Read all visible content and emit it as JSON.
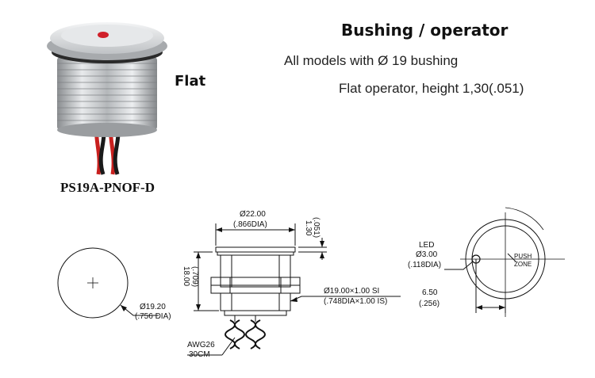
{
  "header": {
    "title": "Bushing / operator",
    "line1": "All models with Ø 19 bushing",
    "line2": "Flat operator, height 1,30(.051)"
  },
  "product": {
    "style_label": "Flat",
    "model": "PS19A-PNOF-D"
  },
  "drawing": {
    "front_dia": [
      "Ø19.20",
      "(.756 DIA)"
    ],
    "top_dia": [
      "Ø22.00",
      "(.866DIA)"
    ],
    "height_small": [
      "1.30",
      "(.051)"
    ],
    "height_total": [
      "18.00",
      "(.709)"
    ],
    "thread": [
      "Ø19.00×1.00 SI",
      "(.748DIA×1.00 IS)"
    ],
    "wire": [
      "AWG26",
      "30CM"
    ],
    "led": [
      "LED",
      "Ø3.00",
      "(.118DIA)"
    ],
    "push_zone": [
      "PUSH",
      "ZONE"
    ],
    "offset": [
      "6.50",
      "(.256)"
    ]
  },
  "colors": {
    "line": "#111111",
    "led": "#d0202a",
    "wire_red": "#c8201e",
    "wire_black": "#1a1a1a"
  }
}
